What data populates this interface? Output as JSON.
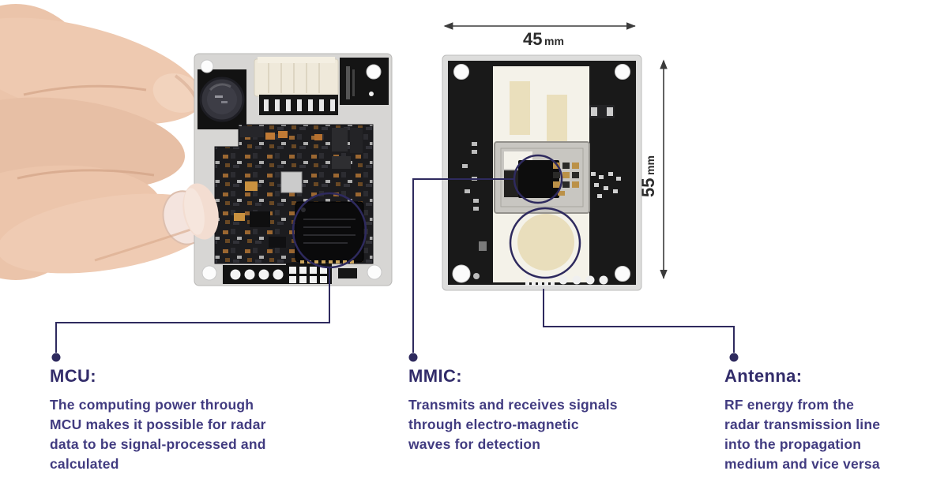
{
  "colors": {
    "background": "#ffffff",
    "accent_navy": "#2e2a5e",
    "callout_title": "#322c6a",
    "callout_body": "#413b80",
    "dimension_text": "#2b2b2b"
  },
  "dimensions": {
    "width": {
      "value": "45",
      "unit": "mm"
    },
    "height": {
      "value": "55",
      "unit": "mm"
    }
  },
  "callouts": {
    "mcu": {
      "title": "MCU:",
      "description": "The computing power through\nMCU makes it possible for radar\ndata to be signal-processed and\ncalculated"
    },
    "mmic": {
      "title": "MMIC:",
      "description": "Transmits and receives signals\nthrough electro-magnetic\nwaves for detection"
    },
    "antenna": {
      "title": "Antenna:",
      "description": "RF energy from the\nradar transmission line\ninto the propagation\nmedium and vice versa"
    }
  }
}
